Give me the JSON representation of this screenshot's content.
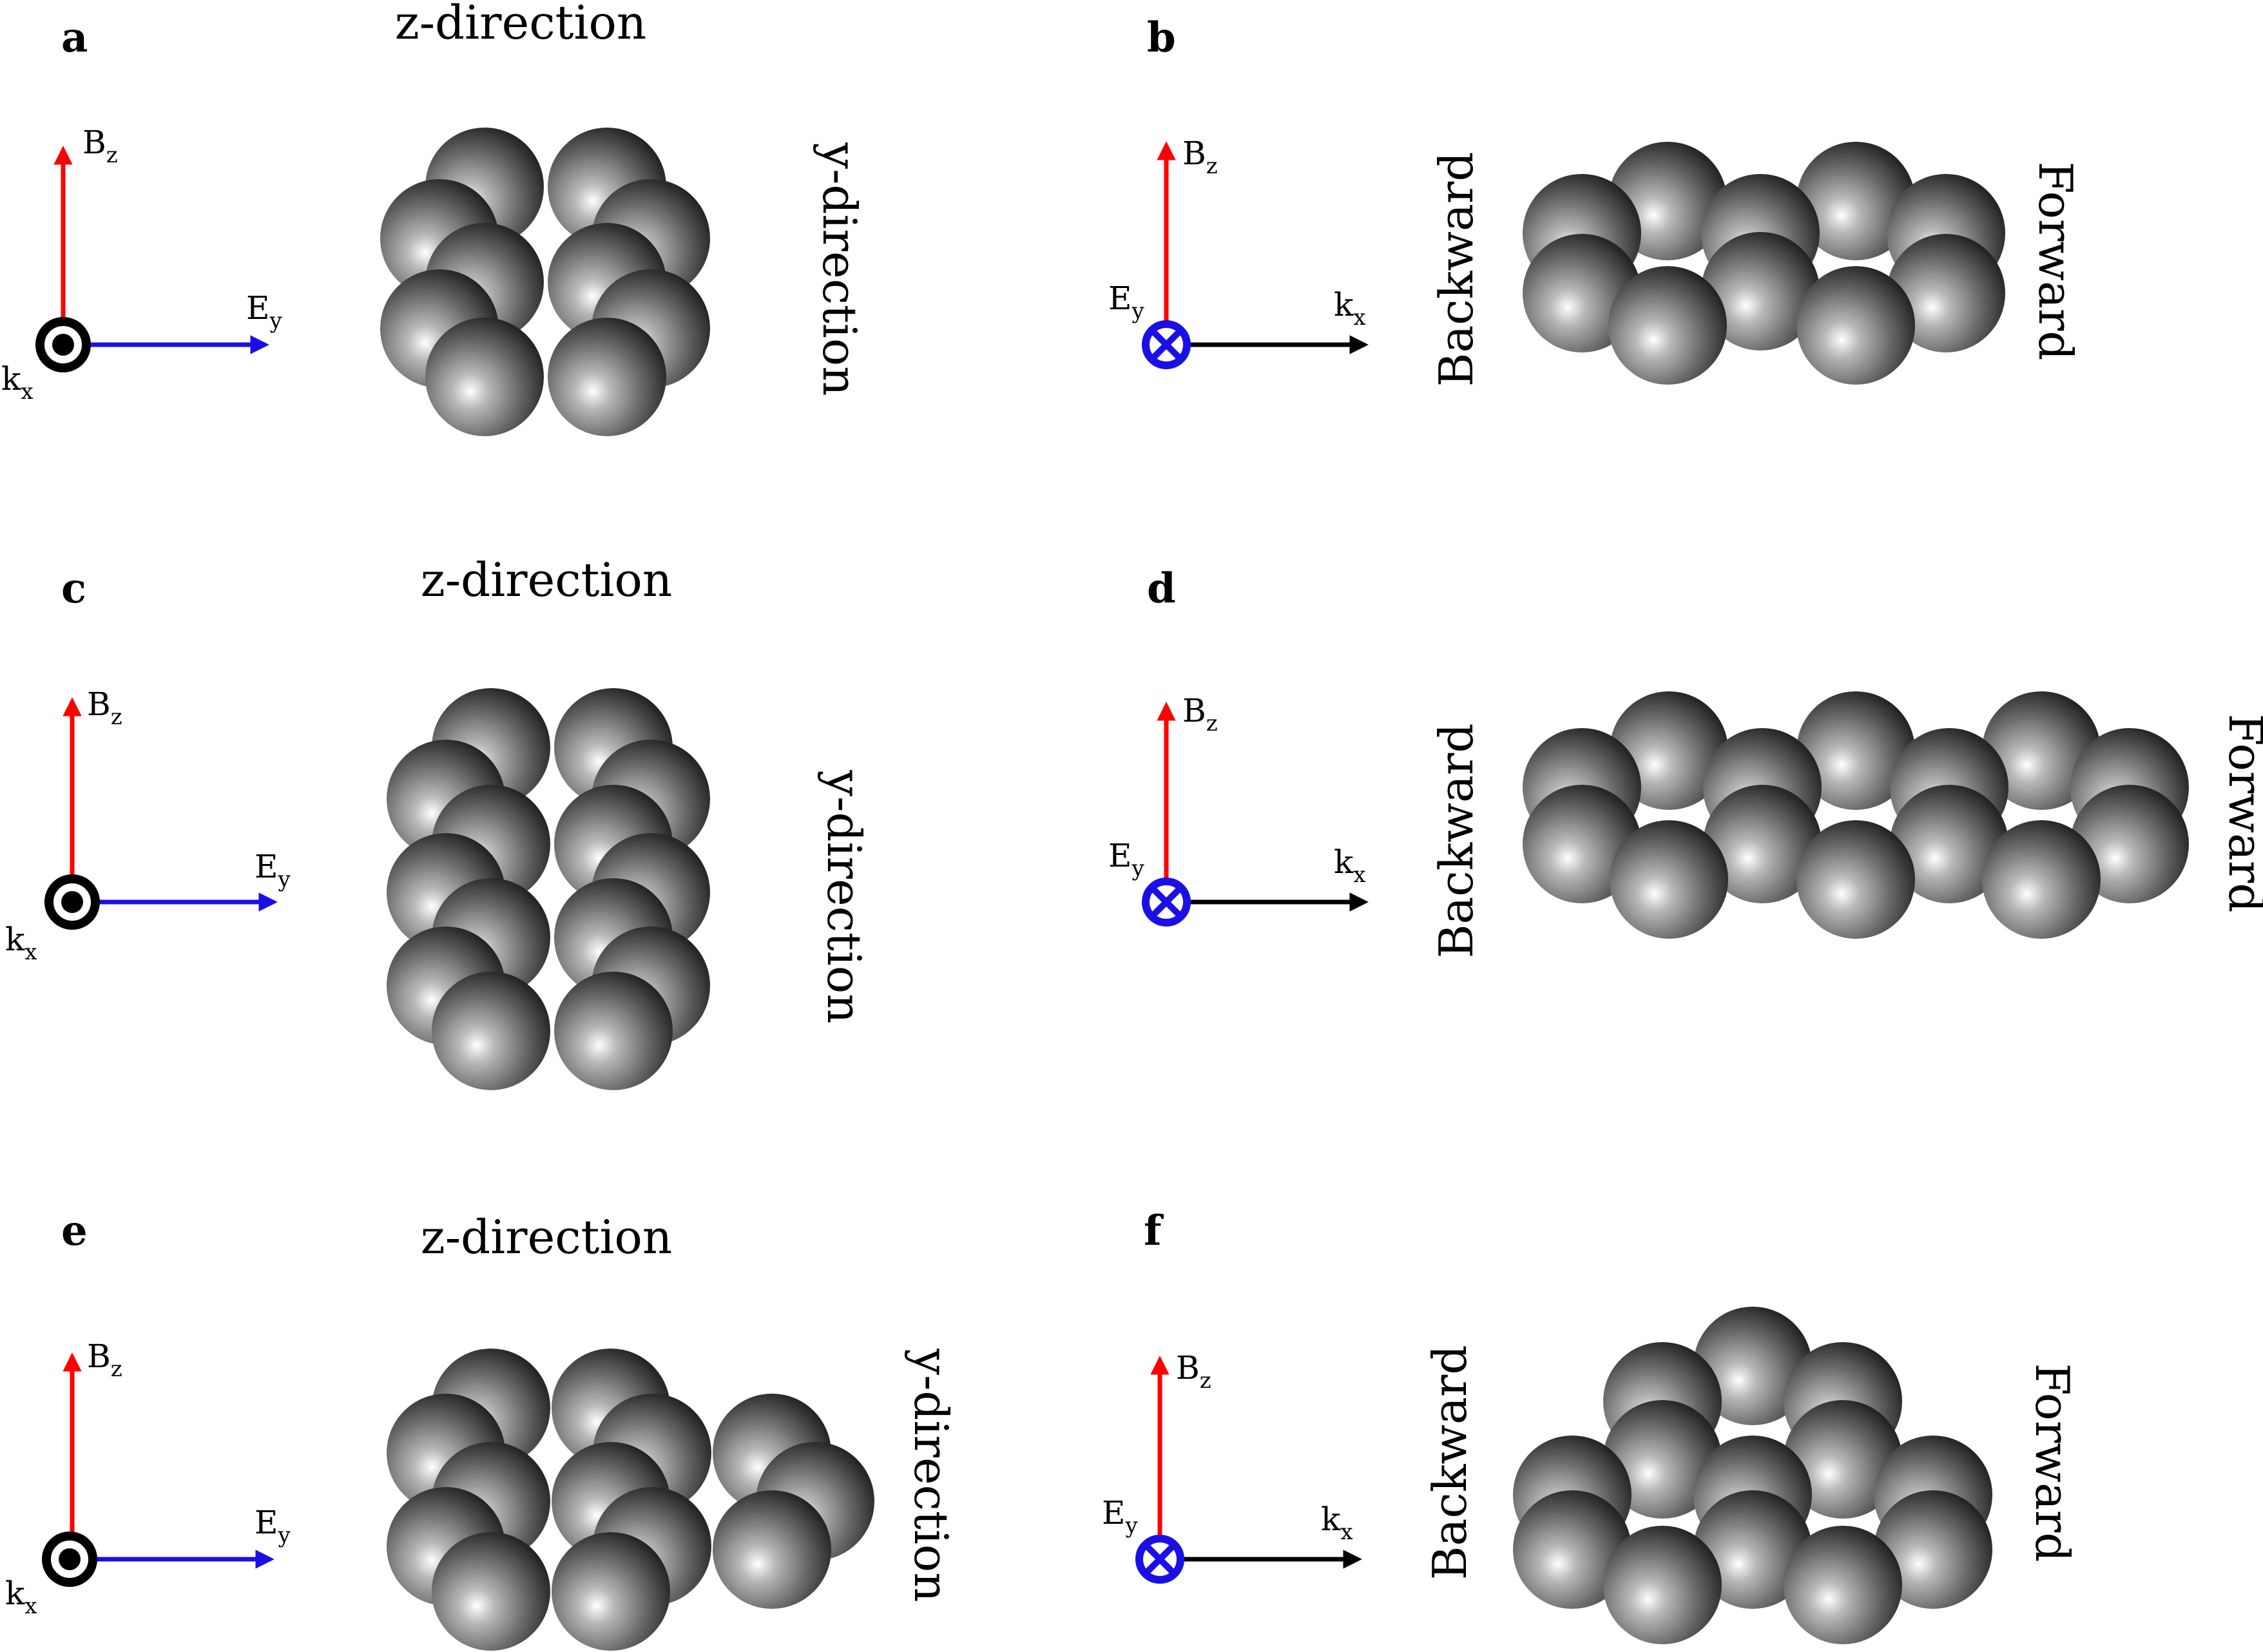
{
  "colors": {
    "b_field": "#ff0000",
    "e_field": "#1a10e6",
    "k_vector": "#000000",
    "sphere_dark": "#1e1e1e",
    "sphere_light": "#ffffff"
  },
  "axis_labels": {
    "B_main": "B",
    "B_sub": "z",
    "E_main": "E",
    "E_sub": "y",
    "k_main": "k",
    "k_sub": "x"
  },
  "panels": {
    "a": {
      "label": "a",
      "heading": "z-direction",
      "side": "y-direction"
    },
    "b": {
      "label": "b",
      "left_side": "Backward",
      "right_side": "Forward"
    },
    "c": {
      "label": "c",
      "heading": "z-direction",
      "side": "y-direction"
    },
    "d": {
      "label": "d",
      "left_side": "Backward",
      "right_side": "Forward"
    },
    "e": {
      "label": "e",
      "heading": "z-direction",
      "side": "y-direction"
    },
    "f": {
      "label": "f",
      "left_side": "Backward",
      "right_side": "Forward"
    }
  }
}
